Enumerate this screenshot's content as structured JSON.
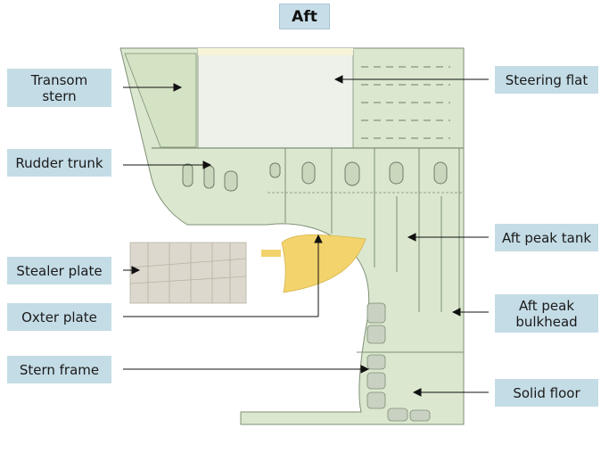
{
  "title": "Aft",
  "labels": {
    "transom_stern": "Transom\nstern",
    "rudder_trunk": "Rudder trunk",
    "stealer_plate": "Stealer plate",
    "oxter_plate": "Oxter plate",
    "stern_frame": "Stern frame",
    "steering_flat": "Steering flat",
    "aft_peak_tank": "Aft peak tank",
    "aft_peak_bulkhead": "Aft peak\nbulkhead",
    "solid_floor": "Solid floor"
  },
  "colors": {
    "hull": "#dbe8cf",
    "steering_flat": "#eef1ea",
    "rudder": "#f3d36c",
    "stealer_inset": "#ddd8cd",
    "label_bg": "#c4dce6",
    "stroke": "#7e8f76"
  }
}
